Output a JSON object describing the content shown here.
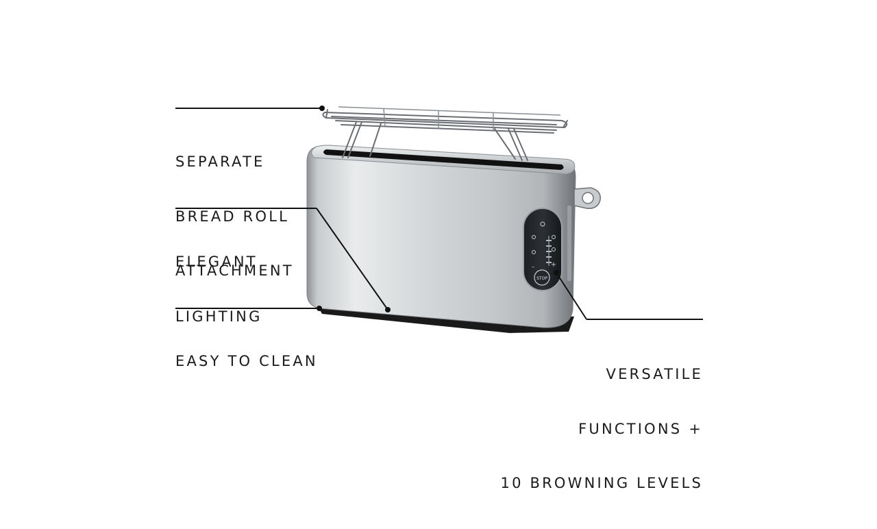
{
  "features": {
    "roll_attachment": [
      "SEPARATE",
      "BREAD ROLL",
      "ATTACHMENT"
    ],
    "lighting": [
      "ELEGANT",
      "LIGHTING"
    ],
    "clean": [
      "EASY TO CLEAN"
    ],
    "functions": [
      "VERSATILE",
      "FUNCTIONS +",
      "10 BROWNING LEVELS"
    ]
  },
  "control_panel": {
    "stop_label": "STOP",
    "minus": "–",
    "plus": "+"
  }
}
